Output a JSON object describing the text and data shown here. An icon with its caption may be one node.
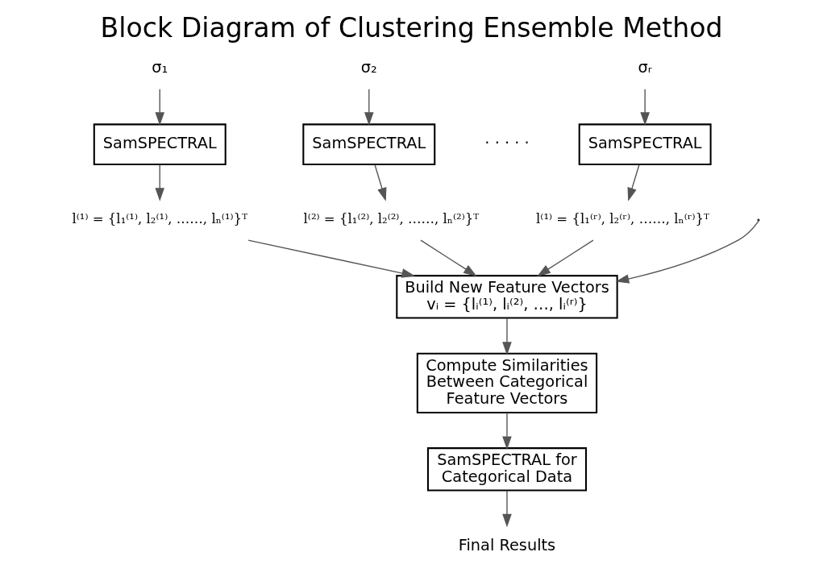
{
  "diagram": {
    "title": "Block Diagram of Clustering Ensemble Method",
    "nodes": [
      {
        "text": [
          "σ₁"
        ]
      },
      {
        "text": [
          "σ₂"
        ]
      },
      {
        "text": [
          "σᵣ"
        ]
      },
      {
        "text": [
          "SamSPECTRAL"
        ]
      },
      {
        "text": [
          "SamSPECTRAL"
        ]
      },
      {
        "text": [
          "SamSPECTRAL"
        ]
      },
      {
        "text": [
          "l⁽¹⁾ = {l₁⁽¹⁾, l₂⁽¹⁾, ……, lₙ⁽¹⁾}ᵀ"
        ]
      },
      {
        "text": [
          "l⁽²⁾ = {l₁⁽²⁾, l₂⁽²⁾, ……, lₙ⁽²⁾}ᵀ"
        ]
      },
      {
        "text": [
          "l⁽¹⁾ = {l₁⁽ʳ⁾, l₂⁽ʳ⁾, ……, lₙ⁽ʳ⁾}ᵀ"
        ]
      },
      {
        "text": [
          "Build New Feature Vectors",
          "vᵢ = {lᵢ⁽¹⁾, lᵢ⁽²⁾, …, lᵢ⁽ʳ⁾}"
        ]
      },
      {
        "text": [
          "Compute Similarities Between Categorical Feature Vectors"
        ]
      },
      {
        "text": [
          "SamSPECTRAL for Categorical Data"
        ]
      },
      {
        "text": [
          "Final Results"
        ]
      }
    ],
    "edges": [
      {
        "from": 0,
        "to": 3,
        "arrow": "to"
      },
      {
        "from": 1,
        "to": 4,
        "arrow": "to"
      },
      {
        "from": 2,
        "to": 5,
        "arrow": "to"
      },
      {
        "from": 3,
        "to": 6,
        "arrow": "to"
      },
      {
        "from": 4,
        "to": 7,
        "arrow": "to"
      },
      {
        "from": 5,
        "to": 8,
        "arrow": "to"
      },
      {
        "from": 6,
        "to": 9,
        "arrow": "to"
      },
      {
        "from": 7,
        "to": 9,
        "arrow": "to"
      },
      {
        "from": null,
        "to": 9,
        "arrow": "to"
      },
      {
        "from": 8,
        "to": 9,
        "arrow": "to"
      },
      {
        "from": 9,
        "to": 10,
        "arrow": "to"
      },
      {
        "from": 10,
        "to": 11,
        "arrow": "to"
      },
      {
        "from": 11,
        "to": 12,
        "arrow": "to"
      }
    ],
    "labels": [
      "· · · · ·"
    ]
  }
}
